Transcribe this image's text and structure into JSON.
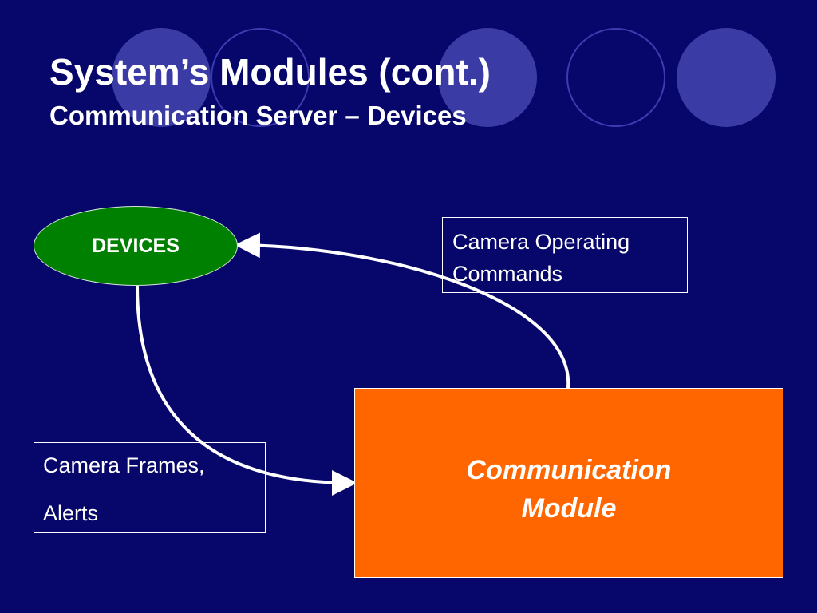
{
  "slide": {
    "title": "System’s Modules (cont.)",
    "subtitle": "Communication Server – Devices"
  },
  "diagram": {
    "nodes": {
      "devices": {
        "label": "DEVICES",
        "fill": "#008000"
      },
      "communication_module": {
        "label_line1": "Communication",
        "label_line2": "Module",
        "fill": "#ff6600"
      }
    },
    "edges": [
      {
        "from": "communication_module",
        "to": "devices",
        "label_line1": "Camera Operating",
        "label_line2": "Commands"
      },
      {
        "from": "devices",
        "to": "communication_module",
        "label_line1": "Camera Frames,",
        "label_line2": "Alerts"
      }
    ]
  },
  "theme": {
    "background": "#06066b",
    "decor_circle": "#3b3ba6",
    "text": "#ffffff"
  }
}
